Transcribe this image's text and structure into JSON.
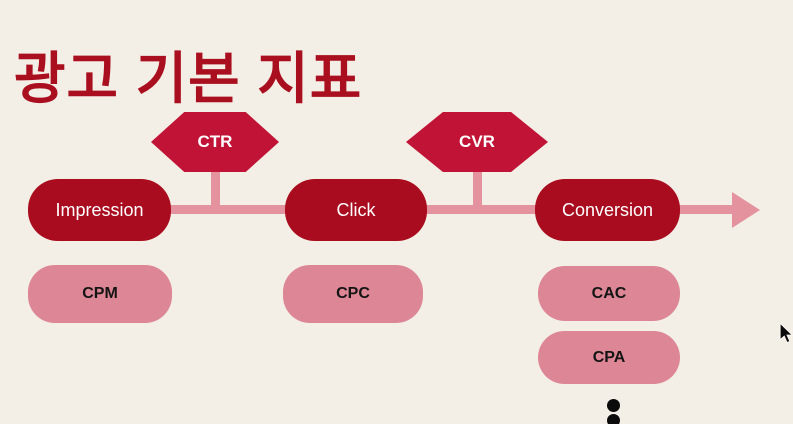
{
  "title": {
    "text": "광고 기본 지표"
  },
  "diagram": {
    "flow_nodes": [
      {
        "label": "Impression"
      },
      {
        "label": "Click"
      },
      {
        "label": "Conversion"
      }
    ],
    "rate_nodes": [
      {
        "label": "CTR"
      },
      {
        "label": "CVR"
      }
    ],
    "cost_nodes": [
      {
        "label": "CPM"
      },
      {
        "label": "CPC"
      },
      {
        "label": "CAC"
      },
      {
        "label": "CPA"
      }
    ]
  },
  "icons": {
    "cursor": "mouse-pointer-icon",
    "ellipsis": "vertical-ellipsis-dots"
  },
  "colors": {
    "background": "#f3efe6",
    "title_red": "#aa0f1f",
    "node_dark_red": "#a80c1e",
    "hexagon_crimson": "#c11335",
    "arrow_pink": "#e3929e",
    "cost_box_pink": "#dd8696",
    "cost_text": "#141414",
    "node_text": "#ffffff"
  }
}
